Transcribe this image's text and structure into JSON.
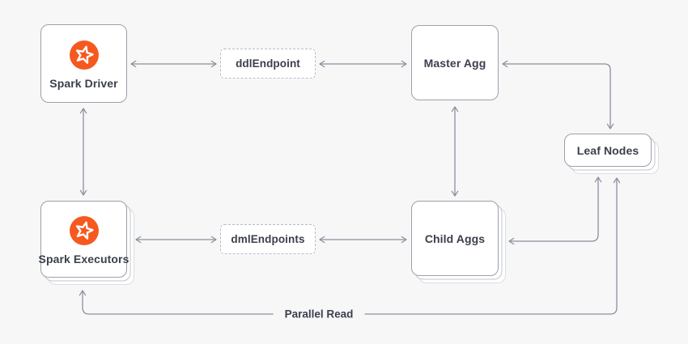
{
  "diagram": {
    "nodes": {
      "spark_driver": {
        "label": "Spark Driver"
      },
      "ddl_endpoint": {
        "label": "ddlEndpoint"
      },
      "master_agg": {
        "label": "Master Agg"
      },
      "leaf_nodes": {
        "label": "Leaf Nodes"
      },
      "spark_executors": {
        "label": "Spark Executors"
      },
      "dml_endpoints": {
        "label": "dmlEndpoints"
      },
      "child_aggs": {
        "label": "Child Aggs"
      }
    },
    "edge_labels": {
      "parallel_read": "Parallel Read"
    },
    "icons": {
      "spark_driver_icon": "spark-logo-icon",
      "spark_executors_icon": "spark-logo-icon"
    },
    "colors": {
      "background": "#f7f7f8",
      "node_background": "#ffffff",
      "node_border": "#9ba0ab",
      "stack_border_1": "#c2c5cc",
      "stack_border_2": "#dcdee1",
      "dashed_border": "#b7bbc5",
      "arrow_color": "#8b909d",
      "text_color": "#3b3f4c",
      "icon_orange": "#f5591f",
      "icon_star": "#ffffff"
    }
  }
}
